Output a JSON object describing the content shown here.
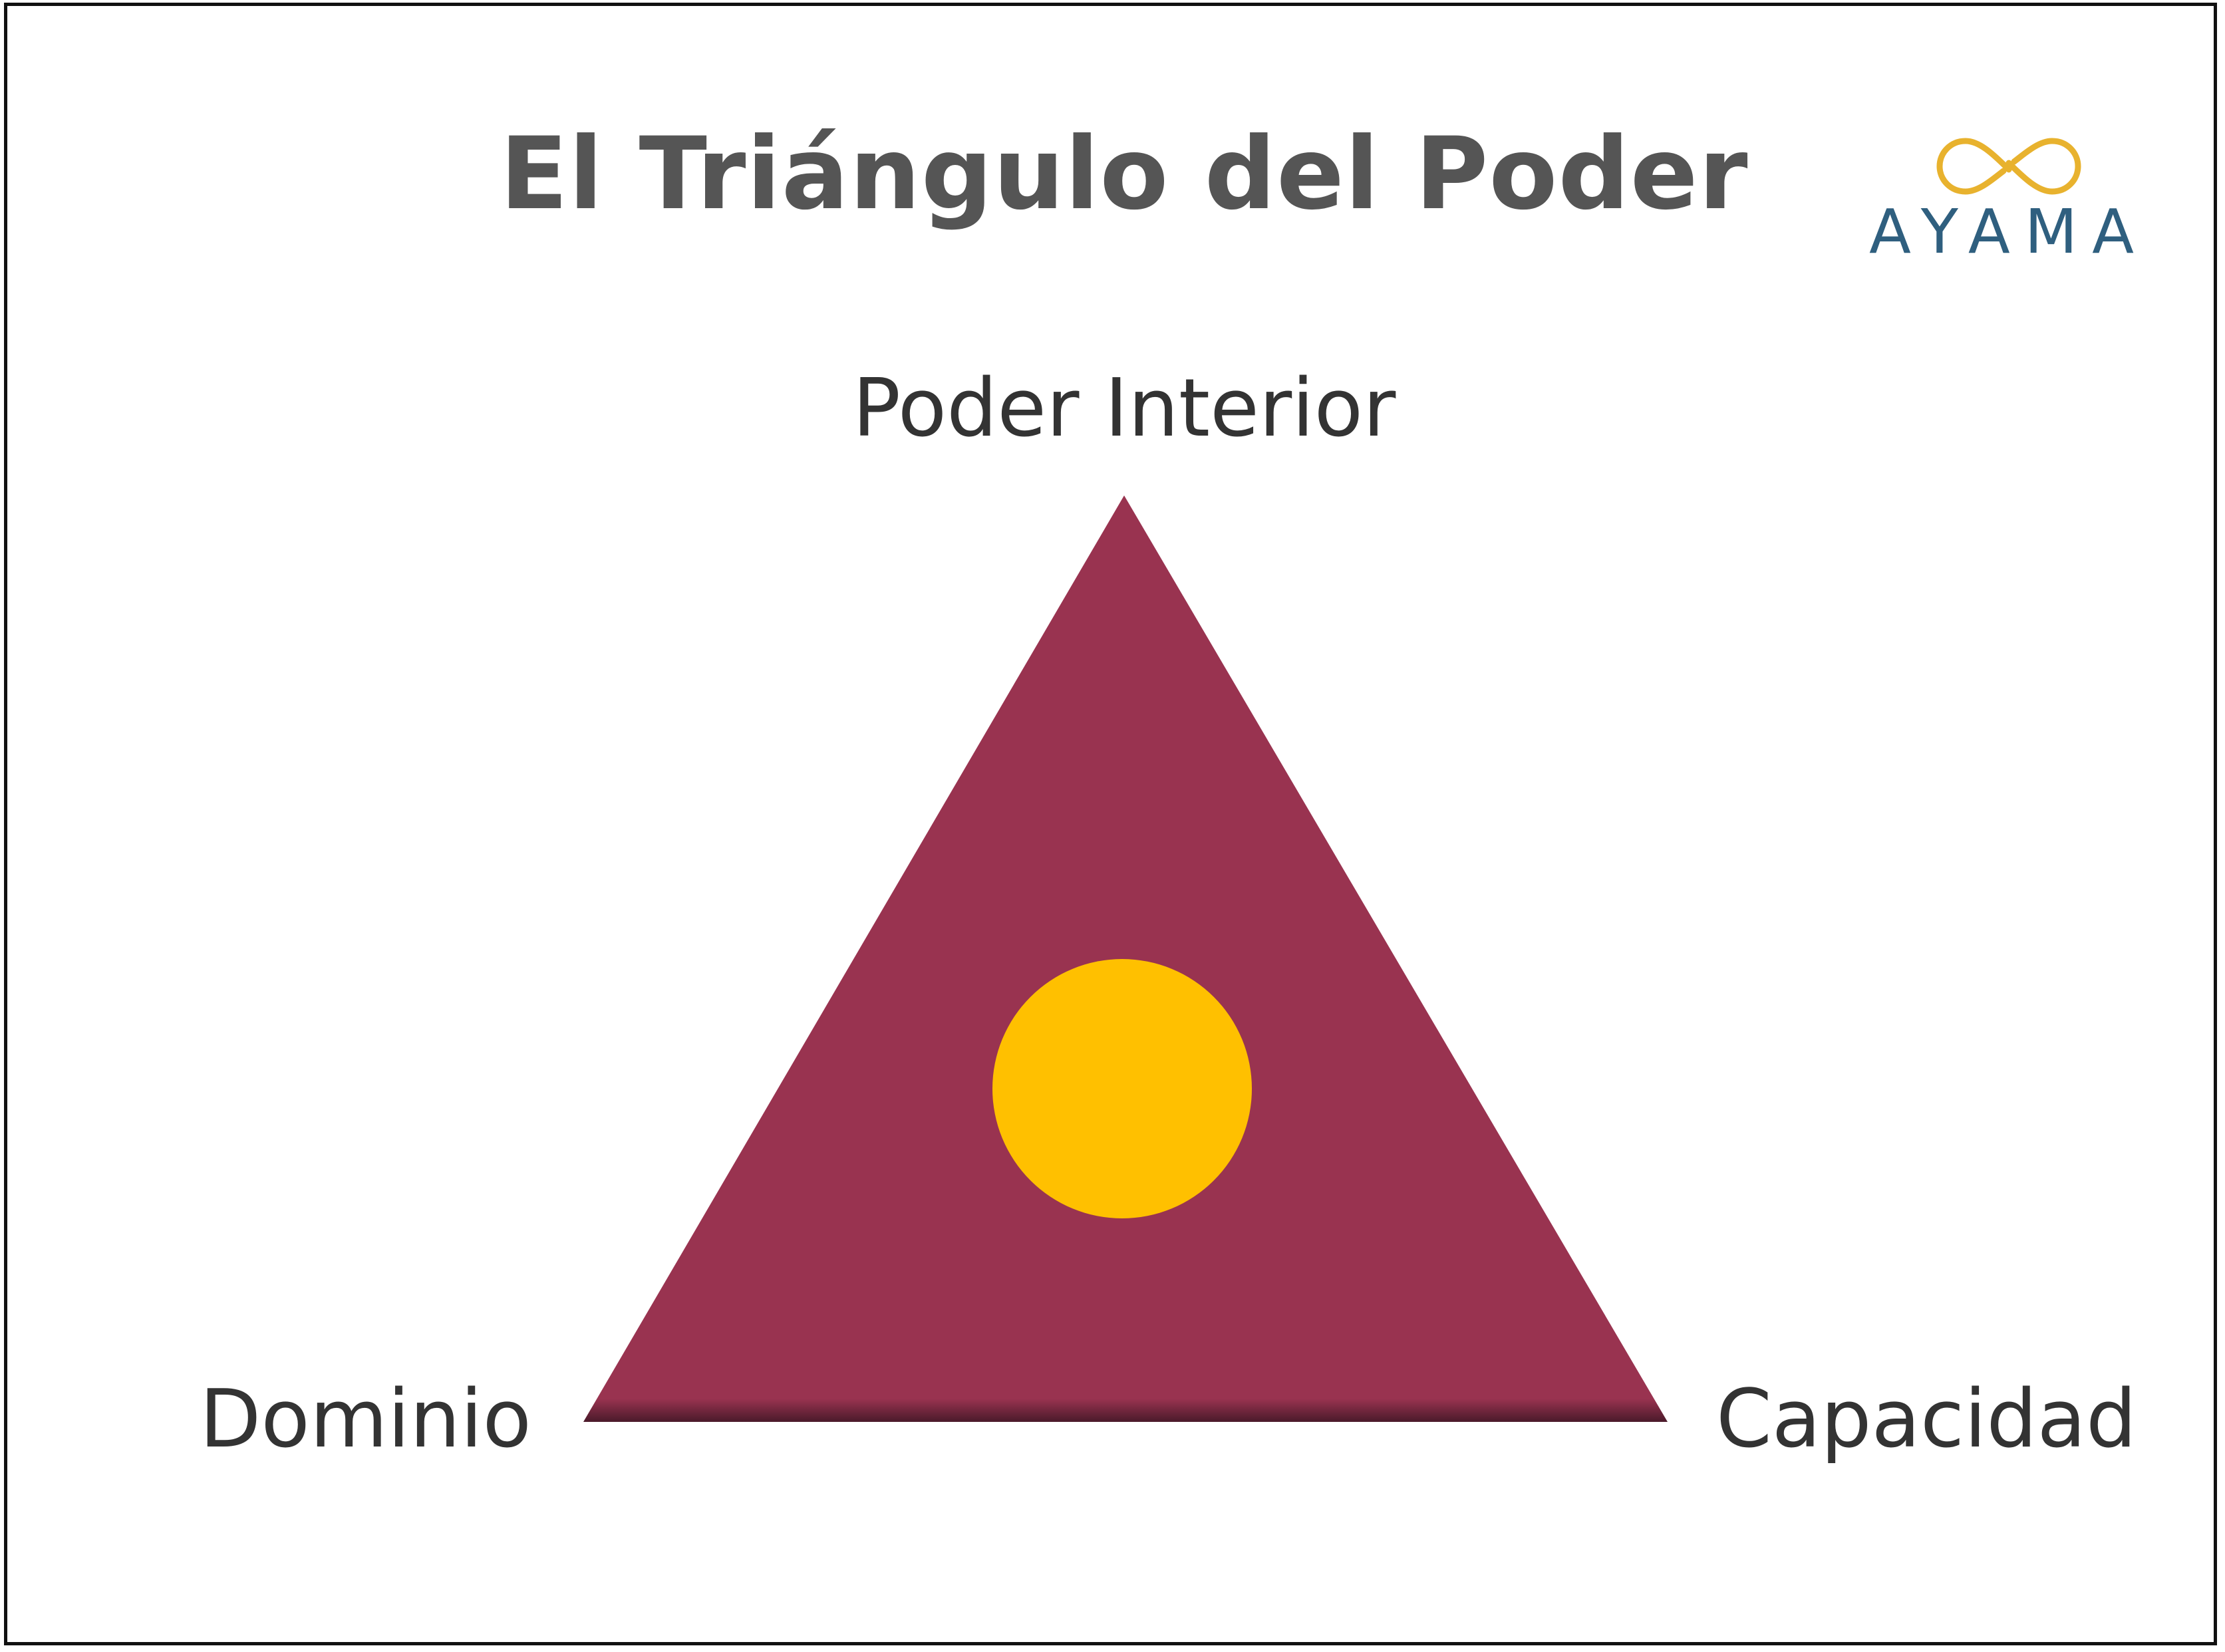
{
  "title": "El Triángulo del Poder",
  "logo": {
    "text": "AYAMA",
    "icon": "infinity-icon",
    "icon_color": "#e8b22e",
    "text_color": "#2f5f7f"
  },
  "vertices": {
    "top": "Poder Interior",
    "left": "Dominio",
    "right": "Capacidad"
  },
  "colors": {
    "triangle": "#993350",
    "circle": "#ffc000",
    "text": "#333333",
    "title": "#555555"
  }
}
